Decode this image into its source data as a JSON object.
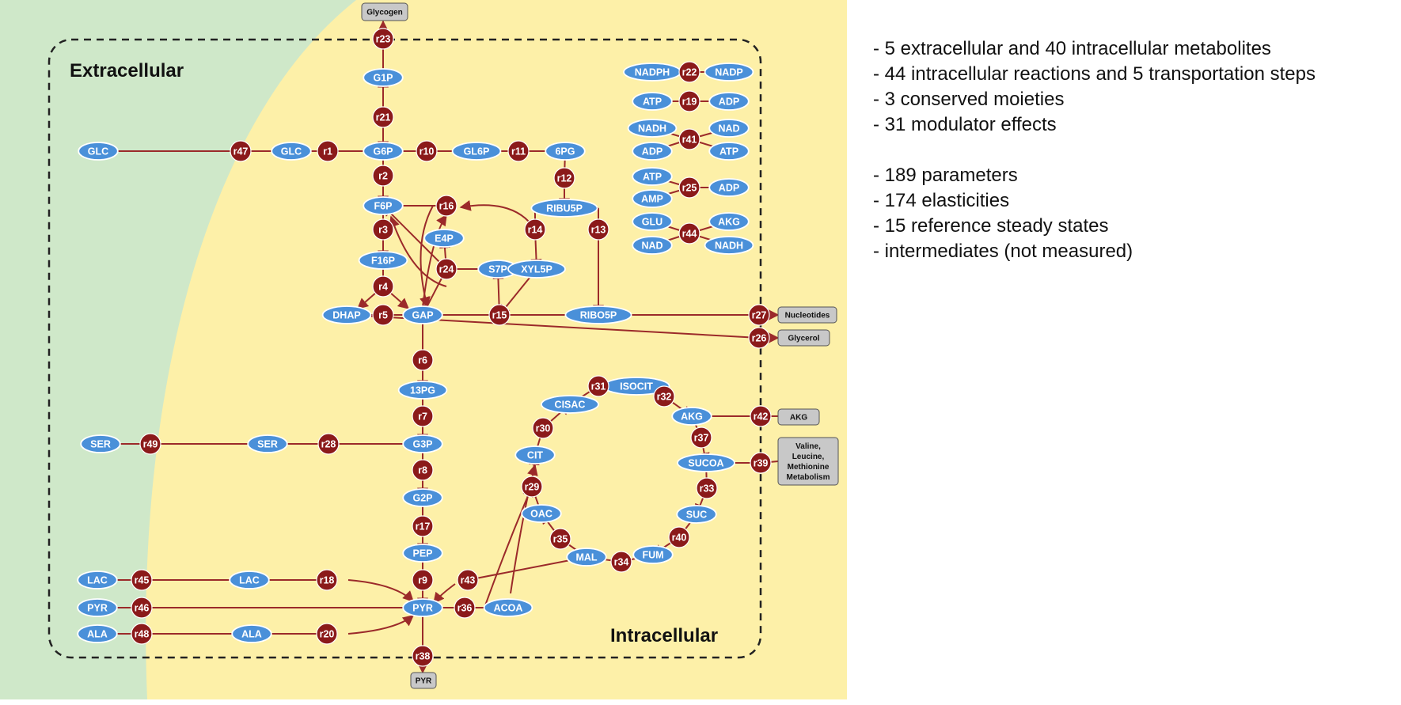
{
  "labels": {
    "extracellular": "Extracellular",
    "intracellular": "Intracellular"
  },
  "summary": {
    "group1": [
      "- 5 extracellular and 40 intracellular metabolites",
      "- 44 intracellular reactions and 5 transportation steps",
      "- 3 conserved moieties",
      "- 31 modulator effects"
    ],
    "group2": [
      "- 189 parameters",
      "- 174 elasticities",
      "- 15 reference steady states",
      "- intermediates (not measured)"
    ]
  },
  "metabolites": [
    {
      "id": "m_glc_ext",
      "text": "GLC"
    },
    {
      "id": "m_glc",
      "text": "GLC"
    },
    {
      "id": "m_g6p",
      "text": "G6P"
    },
    {
      "id": "m_g1p",
      "text": "G1P"
    },
    {
      "id": "m_gl6p",
      "text": "GL6P"
    },
    {
      "id": "m_6pg",
      "text": "6PG"
    },
    {
      "id": "m_ribu5p",
      "text": "RIBU5P"
    },
    {
      "id": "m_f6p",
      "text": "F6P"
    },
    {
      "id": "m_e4p",
      "text": "E4P"
    },
    {
      "id": "m_f16p",
      "text": "F16P"
    },
    {
      "id": "m_s7p",
      "text": "S7P"
    },
    {
      "id": "m_xyl5p",
      "text": "XYL5P"
    },
    {
      "id": "m_dhap",
      "text": "DHAP"
    },
    {
      "id": "m_gap",
      "text": "GAP"
    },
    {
      "id": "m_ribo5p",
      "text": "RIBO5P"
    },
    {
      "id": "m_13pg",
      "text": "13PG"
    },
    {
      "id": "m_g3p",
      "text": "G3P"
    },
    {
      "id": "m_ser_ext",
      "text": "SER"
    },
    {
      "id": "m_ser",
      "text": "SER"
    },
    {
      "id": "m_g2p",
      "text": "G2P"
    },
    {
      "id": "m_pep",
      "text": "PEP"
    },
    {
      "id": "m_lac_ext",
      "text": "LAC"
    },
    {
      "id": "m_lac",
      "text": "LAC"
    },
    {
      "id": "m_pyr_ext",
      "text": "PYR"
    },
    {
      "id": "m_pyr",
      "text": "PYR"
    },
    {
      "id": "m_ala_ext",
      "text": "ALA"
    },
    {
      "id": "m_ala",
      "text": "ALA"
    },
    {
      "id": "m_acoa",
      "text": "ACOA"
    },
    {
      "id": "m_cit",
      "text": "CIT"
    },
    {
      "id": "m_cisac",
      "text": "CISAC"
    },
    {
      "id": "m_isocit",
      "text": "ISOCIT"
    },
    {
      "id": "m_akg",
      "text": "AKG"
    },
    {
      "id": "m_sucoa",
      "text": "SUCOA"
    },
    {
      "id": "m_suc",
      "text": "SUC"
    },
    {
      "id": "m_fum",
      "text": "FUM"
    },
    {
      "id": "m_mal",
      "text": "MAL"
    },
    {
      "id": "m_oac",
      "text": "OAC"
    },
    {
      "id": "m_nadph",
      "text": "NADPH"
    },
    {
      "id": "m_nadp",
      "text": "NADP"
    },
    {
      "id": "m_atp1",
      "text": "ATP"
    },
    {
      "id": "m_adp1",
      "text": "ADP"
    },
    {
      "id": "m_nadh1",
      "text": "NADH"
    },
    {
      "id": "m_adp2",
      "text": "ADP"
    },
    {
      "id": "m_nad1",
      "text": "NAD"
    },
    {
      "id": "m_atp2",
      "text": "ATP"
    },
    {
      "id": "m_atp3",
      "text": "ATP"
    },
    {
      "id": "m_amp",
      "text": "AMP"
    },
    {
      "id": "m_adp3",
      "text": "ADP"
    },
    {
      "id": "m_glu",
      "text": "GLU"
    },
    {
      "id": "m_nad2",
      "text": "NAD"
    },
    {
      "id": "m_akg2",
      "text": "AKG"
    },
    {
      "id": "m_nadh2",
      "text": "NADH"
    }
  ],
  "reactions": [
    {
      "id": "r23",
      "text": "r23"
    },
    {
      "id": "r21",
      "text": "r21"
    },
    {
      "id": "r47",
      "text": "r47"
    },
    {
      "id": "r1",
      "text": "r1"
    },
    {
      "id": "r10",
      "text": "r10"
    },
    {
      "id": "r11",
      "text": "r11"
    },
    {
      "id": "r12",
      "text": "r12"
    },
    {
      "id": "r2",
      "text": "r2"
    },
    {
      "id": "r16",
      "text": "r16"
    },
    {
      "id": "r3",
      "text": "r3"
    },
    {
      "id": "r14",
      "text": "r14"
    },
    {
      "id": "r13",
      "text": "r13"
    },
    {
      "id": "r24",
      "text": "r24"
    },
    {
      "id": "r4",
      "text": "r4"
    },
    {
      "id": "r5",
      "text": "r5"
    },
    {
      "id": "r15",
      "text": "r15"
    },
    {
      "id": "r27",
      "text": "r27"
    },
    {
      "id": "r26",
      "text": "r26"
    },
    {
      "id": "r6",
      "text": "r6"
    },
    {
      "id": "r7",
      "text": "r7"
    },
    {
      "id": "r31",
      "text": "r31"
    },
    {
      "id": "r32",
      "text": "r32"
    },
    {
      "id": "r30",
      "text": "r30"
    },
    {
      "id": "r42",
      "text": "r42"
    },
    {
      "id": "r37",
      "text": "r37"
    },
    {
      "id": "r49",
      "text": "r49"
    },
    {
      "id": "r28",
      "text": "r28"
    },
    {
      "id": "r39",
      "text": "r39"
    },
    {
      "id": "r8",
      "text": "r8"
    },
    {
      "id": "r29",
      "text": "r29"
    },
    {
      "id": "r33",
      "text": "r33"
    },
    {
      "id": "r17",
      "text": "r17"
    },
    {
      "id": "r40",
      "text": "r40"
    },
    {
      "id": "r35",
      "text": "r35"
    },
    {
      "id": "r34",
      "text": "r34"
    },
    {
      "id": "r9",
      "text": "r9"
    },
    {
      "id": "r43",
      "text": "r43"
    },
    {
      "id": "r45",
      "text": "r45"
    },
    {
      "id": "r18",
      "text": "r18"
    },
    {
      "id": "r46",
      "text": "r46"
    },
    {
      "id": "r36",
      "text": "r36"
    },
    {
      "id": "r48",
      "text": "r48"
    },
    {
      "id": "r20",
      "text": "r20"
    },
    {
      "id": "r38",
      "text": "r38"
    },
    {
      "id": "r22",
      "text": "r22"
    },
    {
      "id": "r19",
      "text": "r19"
    },
    {
      "id": "r41",
      "text": "r41"
    },
    {
      "id": "r25",
      "text": "r25"
    },
    {
      "id": "r44",
      "text": "r44"
    }
  ],
  "sinks": [
    {
      "id": "s_glycogen",
      "lines": [
        "Glycogen"
      ]
    },
    {
      "id": "s_nucleotides",
      "lines": [
        "Nucleotides"
      ]
    },
    {
      "id": "s_glycerol",
      "lines": [
        "Glycerol"
      ]
    },
    {
      "id": "s_akg",
      "lines": [
        "AKG"
      ]
    },
    {
      "id": "s_vlm",
      "lines": [
        "Valine,",
        "Leucine,",
        "Methionine",
        "Metabolism"
      ]
    },
    {
      "id": "s_pyr",
      "lines": [
        "PYR"
      ]
    }
  ],
  "colors": {
    "extracellular_bg": "#cfe8c9",
    "intracellular_bg": "#fdf0a8",
    "metabolite_fill": "#4a90d9",
    "reaction_fill": "#8b1a1a",
    "edge": "#9b2a2a",
    "sink_fill": "#c8c8c8"
  }
}
